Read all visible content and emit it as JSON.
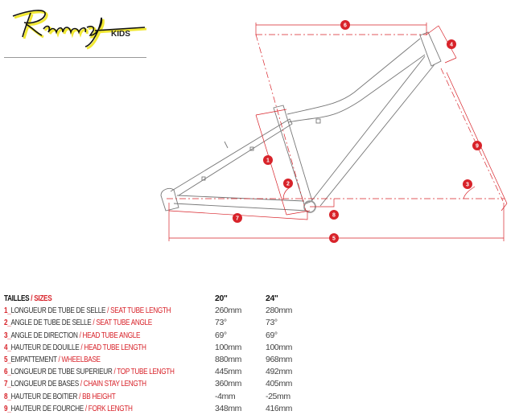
{
  "logo": {
    "script": "Ramoney",
    "sub": "KIDS"
  },
  "diagram": {
    "badges": [
      "1",
      "2",
      "3",
      "4",
      "5",
      "6",
      "7",
      "8",
      "9"
    ],
    "accent": "#d8232a"
  },
  "table": {
    "header": {
      "fr": "TAILLES",
      "sep": "/",
      "en": "SIZES",
      "col1": "20\"",
      "col2": "24\""
    },
    "rows": [
      {
        "num": "1_",
        "fr": "LONGUEUR DE TUBE DE SELLE",
        "en": "SEAT TUBE LENGTH",
        "v1": "260mm",
        "v2": "280mm"
      },
      {
        "num": "2_",
        "fr": "ANGLE DE TUBE DE SELLE",
        "en": "SEAT TUBE ANGLE",
        "v1": "73°",
        "v2": "73°"
      },
      {
        "num": "3_",
        "fr": "ANGLE DE DIRECTION",
        "en": "HEAD TUBE ANGLE",
        "v1": "69°",
        "v2": "69°"
      },
      {
        "num": "4_",
        "fr": "HAUTEUR DE DOUILLE",
        "en": "HEAD TUBE LENGTH",
        "v1": "100mm",
        "v2": "100mm"
      },
      {
        "num": "5_",
        "fr": "EMPATTEMENT",
        "en": "WHEELBASE",
        "v1": "880mm",
        "v2": "968mm"
      },
      {
        "num": "6_",
        "fr": "LONGUEUR DE TUBE SUPERIEUR",
        "en": "TOP TUBE LENGTH",
        "v1": "445mm",
        "v2": "492mm"
      },
      {
        "num": "7_",
        "fr": "LONGUEUR DE BASES",
        "en": "CHAIN STAY LENGTH",
        "v1": "360mm",
        "v2": "405mm"
      },
      {
        "num": "8_",
        "fr": "HAUTEUR DE BOITIER",
        "en": "BB HEIGHT",
        "v1": "-4mm",
        "v2": "-25mm"
      },
      {
        "num": "9_",
        "fr": "HAUTEUR DE FOURCHE",
        "en": "FORK LENGTH",
        "v1": "348mm",
        "v2": "416mm"
      }
    ],
    "sep": "/"
  }
}
